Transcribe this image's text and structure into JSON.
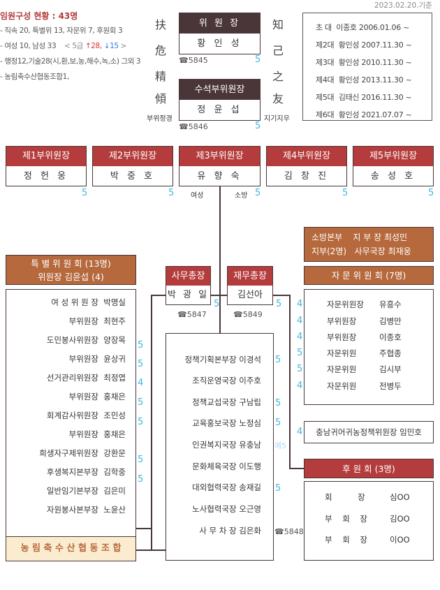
{
  "date_basis": "2023.02.20.기준",
  "summary": {
    "title": "임원구성 현황 : 43명",
    "lines": [
      "- 직속 20, 특별위 13, 자문위 7, 후원회 3",
      "- 여성 10, 남성 33",
      "- 행정12,기술28(시,환,보,농,해수,녹,소) 그외 3",
      "- 농림축수산협동조합1,"
    ],
    "grade_prefix": "< 5급",
    "grade_up": "↑28,",
    "grade_down": "↓15",
    "grade_suffix": ">"
  },
  "hanja_left": [
    "扶",
    "危",
    "精",
    "傾"
  ],
  "hanja_right": [
    "知",
    "己",
    "之",
    "友"
  ],
  "motto_left": "부위정경",
  "motto_right": "지기지우",
  "chairman": {
    "title": "위 원 장",
    "name": "황 인 성",
    "phone": "☎5845",
    "grade": "5"
  },
  "senior_vice": {
    "title": "수석부위원장",
    "name": "정 윤 섭",
    "phone": "☎5846",
    "grade": "5"
  },
  "history": [
    {
      "term": "초  대",
      "name": "이종호",
      "date": "2006.01.06 ~"
    },
    {
      "term": "제2대",
      "name": "황인성",
      "date": "2007.11.30 ~"
    },
    {
      "term": "제3대",
      "name": "황인성",
      "date": "2010.11.30 ~"
    },
    {
      "term": "제4대",
      "name": "황인성",
      "date": "2013.11.30 ~"
    },
    {
      "term": "제5대",
      "name": "김태신",
      "date": "2016.11.30 ~"
    },
    {
      "term": "제6대",
      "name": "황인성",
      "date": "2021.07.07 ~"
    }
  ],
  "vice_chairs": [
    {
      "title": "제1부위원장",
      "name": "정 헌 웅",
      "grade": "5"
    },
    {
      "title": "제2부위원장",
      "name": "박 중 호",
      "grade": "5"
    },
    {
      "title": "제3부위원장",
      "name": "유 향 숙",
      "grade": "5",
      "note_left": "여성",
      "note_right": "소방"
    },
    {
      "title": "제4부위원장",
      "name": "김 창 진",
      "grade": "5"
    },
    {
      "title": "제5부위원장",
      "name": "송 성 호",
      "grade": "5"
    }
  ],
  "fire_branch": {
    "line1": "소방본부    지 부 장 최성민",
    "line2": "지부(2명)   사무국장 최재웅"
  },
  "special_committee": {
    "title": "특 별 위 원 회 (13명)",
    "subtitle": "위원장 김윤섭 (4)",
    "members": [
      {
        "role": "여 성 위 원 장",
        "name": "박명실",
        "grade": ""
      },
      {
        "role": "부위원장",
        "name": "최현주",
        "grade": ""
      },
      {
        "role": "도민봉사위원장",
        "name": "양장목",
        "grade": "5"
      },
      {
        "role": "부위원장",
        "name": "윤상귀",
        "grade": "5"
      },
      {
        "role": "선거관리위원장",
        "name": "최정엽",
        "grade": "4"
      },
      {
        "role": "부위원장",
        "name": "홍채은",
        "grade": "5"
      },
      {
        "role": "회계감사위원장",
        "name": "조민성",
        "grade": "5"
      },
      {
        "role": "부위원장",
        "name": "홍채은",
        "grade": ""
      },
      {
        "role": "희생자구제위원장",
        "name": "강환문",
        "grade": "5"
      },
      {
        "role": "후생복지본부장",
        "name": "김학중",
        "grade": "5"
      },
      {
        "role": "일반임기본부장",
        "name": "김은미",
        "grade": ""
      },
      {
        "role": "자원봉사본부장",
        "name": "노윤산",
        "grade": ""
      }
    ],
    "coop": "농 림 축 수 산 협 동 조 합"
  },
  "secretary_general": {
    "title": "사무총장",
    "name": "박 광 일",
    "phone": "☎5847",
    "grade": "5"
  },
  "treasurer": {
    "title": "재무총장",
    "name": "김선아",
    "phone": "☎5849",
    "grade": "5"
  },
  "directors": {
    "members": [
      {
        "role": "정책기획본부장",
        "name": "이경석",
        "grade": "5"
      },
      {
        "role": "조직운영국장",
        "name": "이주호",
        "grade": ""
      },
      {
        "role": "정책교섭국장",
        "name": "구남립",
        "grade": "5"
      },
      {
        "role": "교육홍보국장",
        "name": "노정심",
        "grade": "5"
      },
      {
        "role": "인권복지국장",
        "name": "유충남",
        "grade": "예5"
      },
      {
        "role": "문화체육국장",
        "name": "이도행",
        "grade": ""
      },
      {
        "role": "대외협력국장",
        "name": "송재길",
        "grade": "5"
      },
      {
        "role": "노사협력국장",
        "name": "오근영",
        "grade": ""
      },
      {
        "role": "사 무 차 장",
        "name": "김은화",
        "grade": "☎5848"
      }
    ]
  },
  "advisory": {
    "title": "자 문 위 원 회 (7명)",
    "members": [
      {
        "role": "자문위원장",
        "name": "유흥수",
        "grade": "4"
      },
      {
        "role": "부위원장",
        "name": "김병만",
        "grade": "4"
      },
      {
        "role": "부위원장",
        "name": "이종호",
        "grade": "4"
      },
      {
        "role": "자문위원",
        "name": "주협종",
        "grade": "5"
      },
      {
        "role": "자문위원",
        "name": "김시부",
        "grade": "5"
      },
      {
        "role": "자문위원",
        "name": "전병두",
        "grade": "4"
      }
    ],
    "extra": {
      "text": "충남귀어귀농정책위원장 임민호",
      "grade": "4"
    }
  },
  "supporters": {
    "title": "후 원 회 (3명)",
    "members": [
      {
        "role": "회          장",
        "name": "심OO"
      },
      {
        "role": "부    회    장",
        "name": "김OO"
      },
      {
        "role": "부    회    장",
        "name": "이OO"
      }
    ]
  }
}
